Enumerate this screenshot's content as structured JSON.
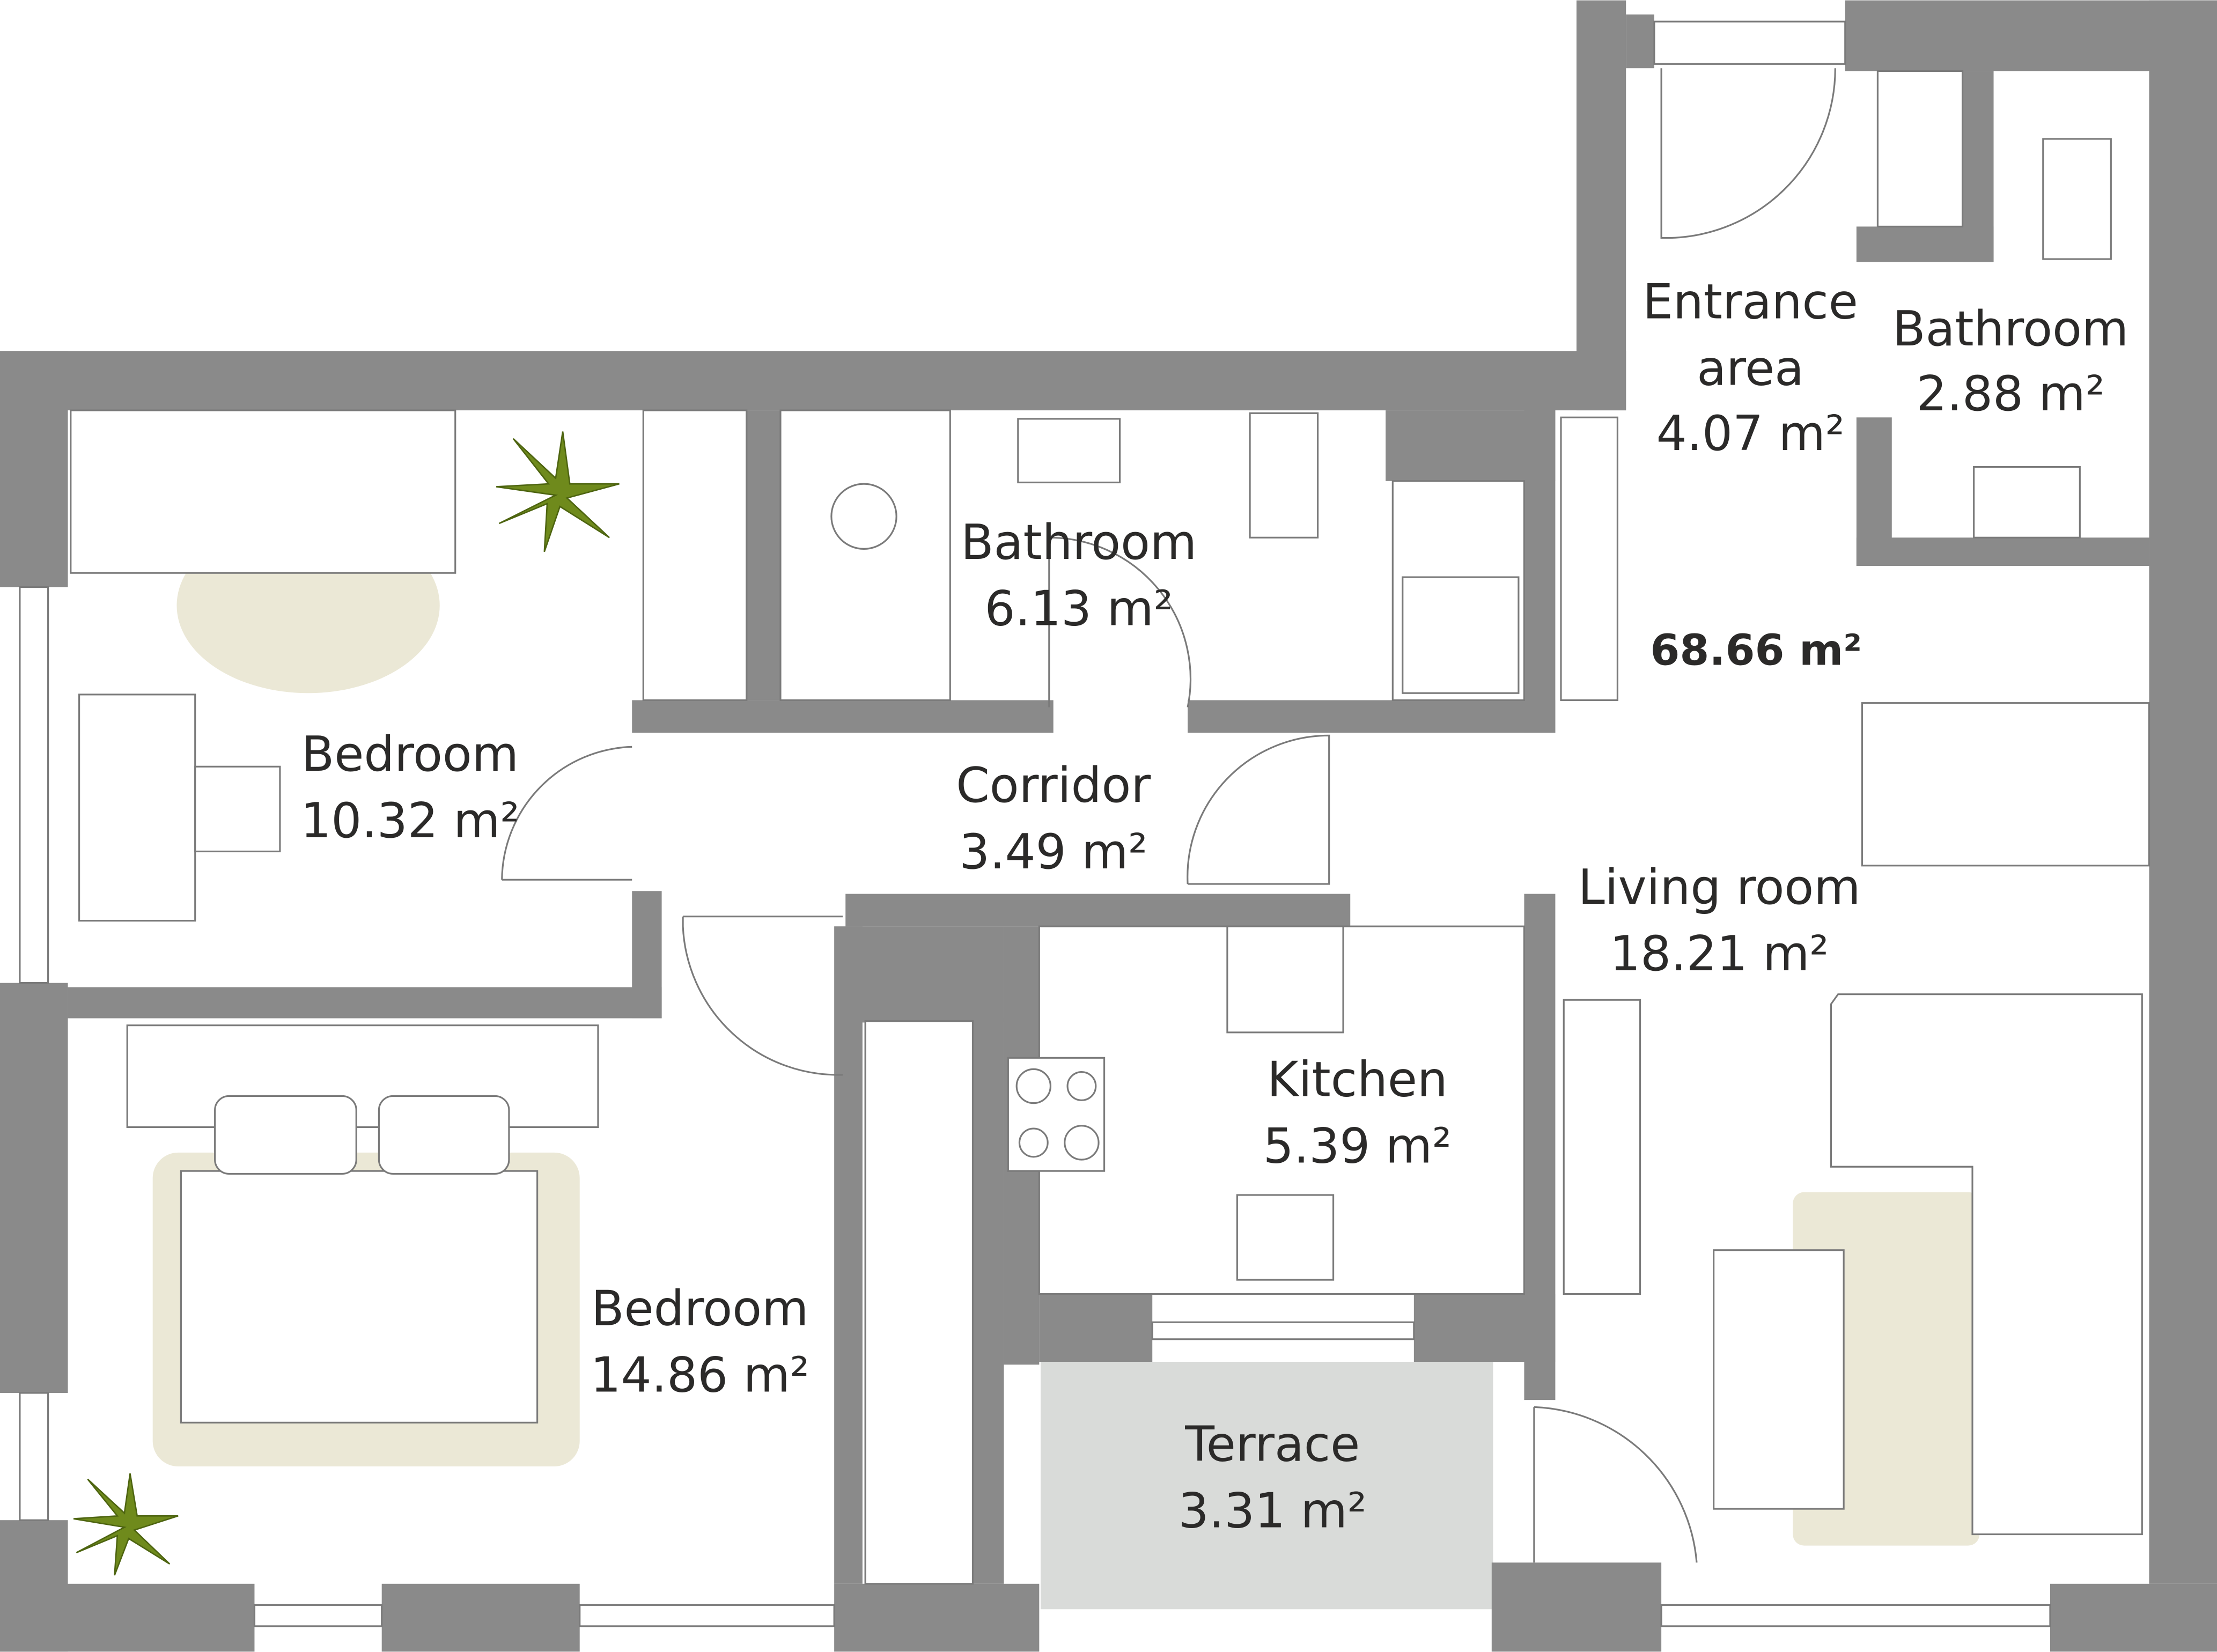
{
  "total_area": "68.66 m²",
  "rooms": [
    {
      "name": "Entrance",
      "name2": "area",
      "area": "4.07 m²"
    },
    {
      "name": "Bathroom",
      "area": "2.88 m²"
    },
    {
      "name": "Bathroom",
      "area": "6.13 m²"
    },
    {
      "name": "Bedroom",
      "area": "10.32 m²"
    },
    {
      "name": "Corridor",
      "area": "3.49 m²"
    },
    {
      "name": "Living room",
      "area": "18.21 m²"
    },
    {
      "name": "Kitchen",
      "area": "5.39 m²"
    },
    {
      "name": "Bedroom",
      "area": "14.86 m²"
    },
    {
      "name": "Terrace",
      "area": "3.31 m²"
    }
  ],
  "colors": {
    "wall": "#8a8a8a",
    "rug": "#ebe8d6",
    "terrace": "#d9dbd9",
    "text": "#2b2a29"
  }
}
